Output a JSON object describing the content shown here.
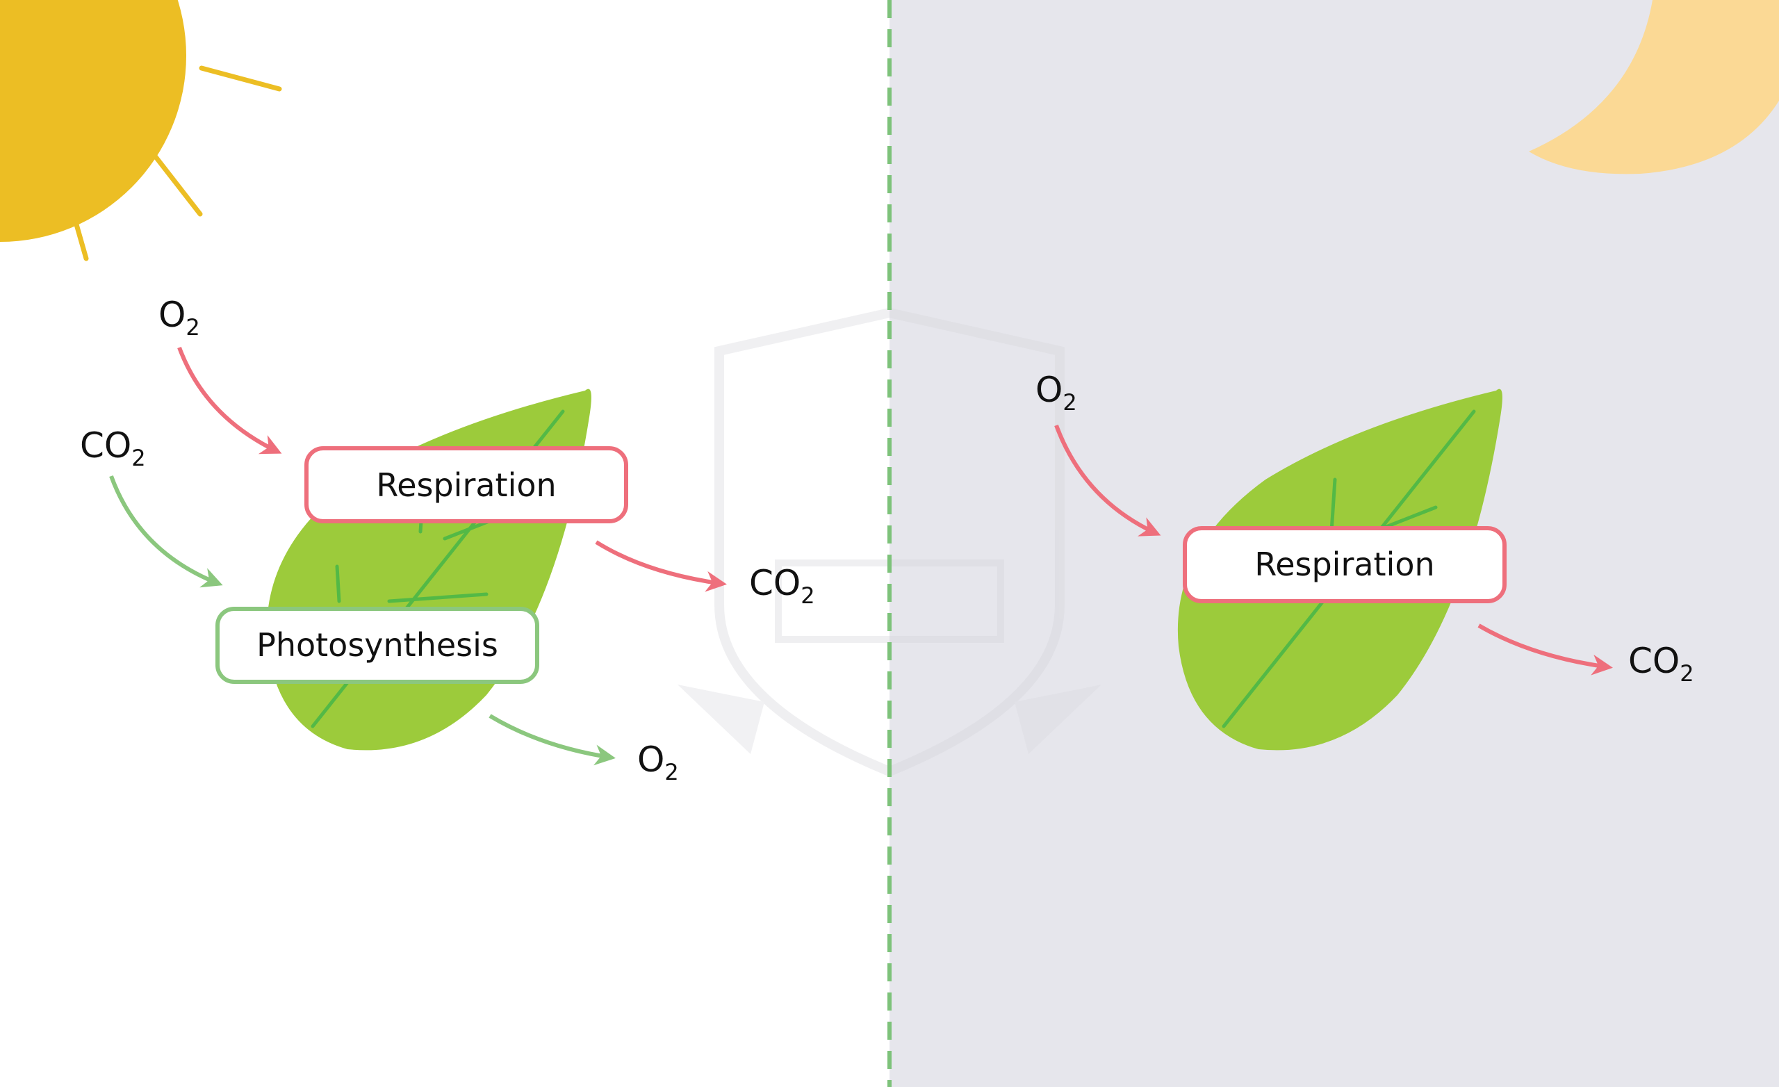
{
  "colors": {
    "night_background": "#e6e6ec",
    "day_background": "#ffffff",
    "sun": "#ecbe24",
    "moon": "#fbd995",
    "leaf": "#9ccb3b",
    "leaf_vein": "#53b946",
    "respiration": "#ee6f7c",
    "photosynthesis": "#8bc77e",
    "divider": "#7dc27a"
  },
  "icons": {
    "sun": "sun-icon",
    "moon": "moon-icon",
    "leaf": "leaf-icon"
  },
  "day": {
    "respiration_label": "Respiration",
    "photosynthesis_label": "Photosynthesis",
    "resp_in": {
      "base": "O",
      "sub": "2"
    },
    "photo_in": {
      "base": "CO",
      "sub": "2"
    },
    "resp_out": {
      "base": "CO",
      "sub": "2"
    },
    "photo_out": {
      "base": "O",
      "sub": "2"
    }
  },
  "night": {
    "respiration_label": "Respiration",
    "resp_in": {
      "base": "O",
      "sub": "2"
    },
    "resp_out": {
      "base": "CO",
      "sub": "2"
    }
  }
}
